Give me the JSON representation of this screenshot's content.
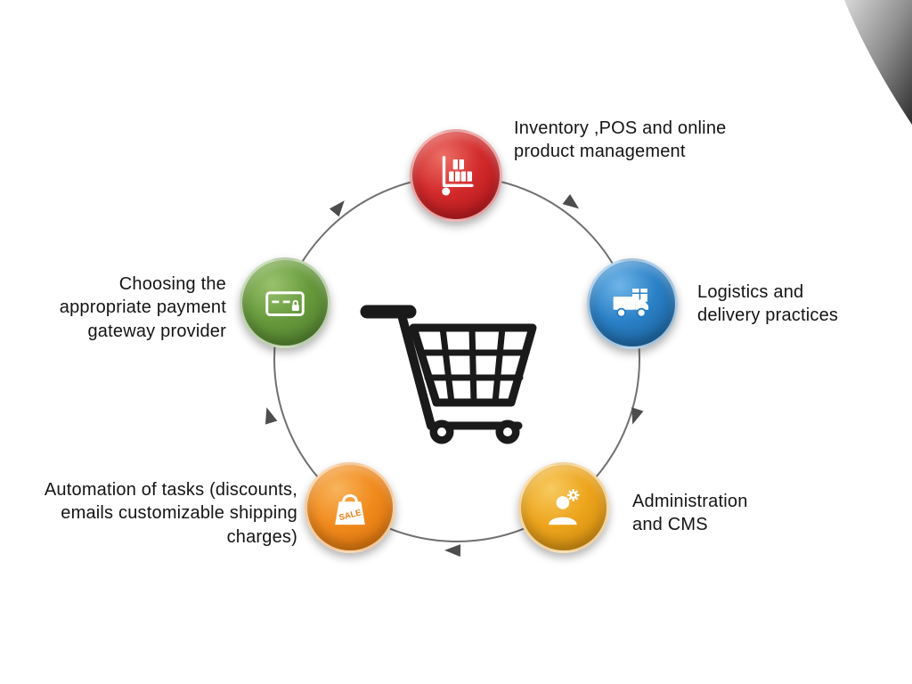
{
  "diagram": {
    "center_icon": "shopping-cart-icon",
    "direction": "clockwise"
  },
  "nodes": [
    {
      "id": "inventory",
      "label": "Inventory ,POS and online product management",
      "icon": "hand-truck-boxes-icon",
      "color": "#c8171f"
    },
    {
      "id": "logistics",
      "label": "Logistics and delivery practices",
      "icon": "delivery-truck-icon",
      "color": "#1f7ac4"
    },
    {
      "id": "administration",
      "label": "Administration and CMS",
      "icon": "admin-user-gear-icon",
      "color": "#eda41c"
    },
    {
      "id": "automation",
      "label": "Automation of tasks (discounts, emails customizable shipping charges)",
      "icon": "sale-shopping-bag-icon",
      "badge": "SALE",
      "color": "#f18a1d"
    },
    {
      "id": "payment",
      "label": "Choosing the appropriate payment gateway provider",
      "icon": "credit-card-icon",
      "color": "#679a3c"
    }
  ],
  "colors": {
    "ring": "#707070",
    "arrow": "#4d4d4d",
    "cart": "#1a1a1a",
    "text": "#141414"
  }
}
